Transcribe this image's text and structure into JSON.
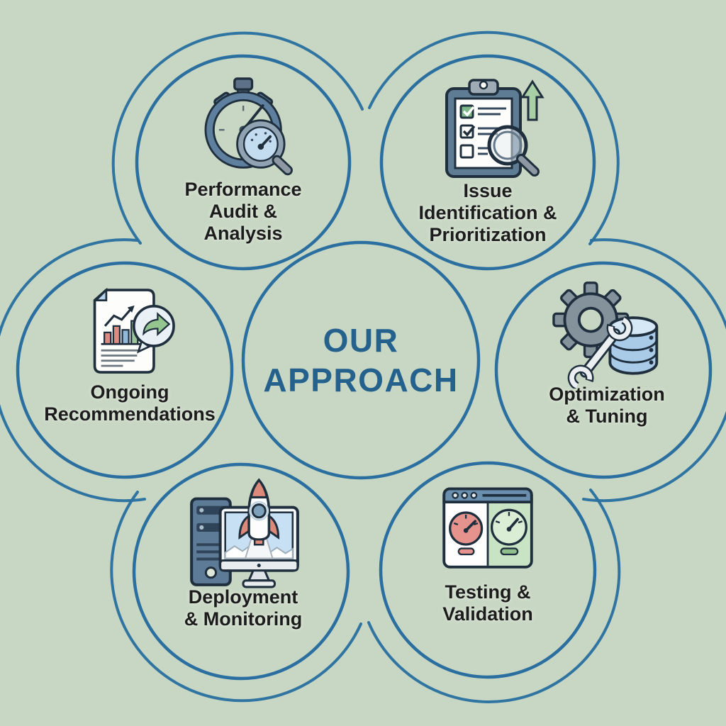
{
  "center": {
    "line1": "OUR",
    "line2": "APPROACH"
  },
  "nodes": [
    {
      "id": "performance-audit-analysis",
      "label": "Performance\nAudit &\nAnalysis",
      "icon": "stopwatch-magnifier-icon"
    },
    {
      "id": "issue-identification-prioritization",
      "label": "Issue\nIdentification &\nPrioritization",
      "icon": "checklist-magnifier-arrow-icon"
    },
    {
      "id": "optimization-tuning",
      "label": "Optimization\n& Tuning",
      "icon": "gear-wrench-database-icon"
    },
    {
      "id": "testing-validation",
      "label": "Testing &\nValidation",
      "icon": "browser-gauges-icon"
    },
    {
      "id": "deployment-monitoring",
      "label": "Deployment\n& Monitoring",
      "icon": "server-monitor-rocket-icon"
    },
    {
      "id": "ongoing-recommendations",
      "label": "Ongoing\nRecommendations",
      "icon": "report-chart-share-icon"
    }
  ],
  "colors": {
    "background": "#c8d7c3",
    "ring": "#2a6f9f",
    "center-text": "#24618d",
    "label-text": "#1c1c1c"
  }
}
